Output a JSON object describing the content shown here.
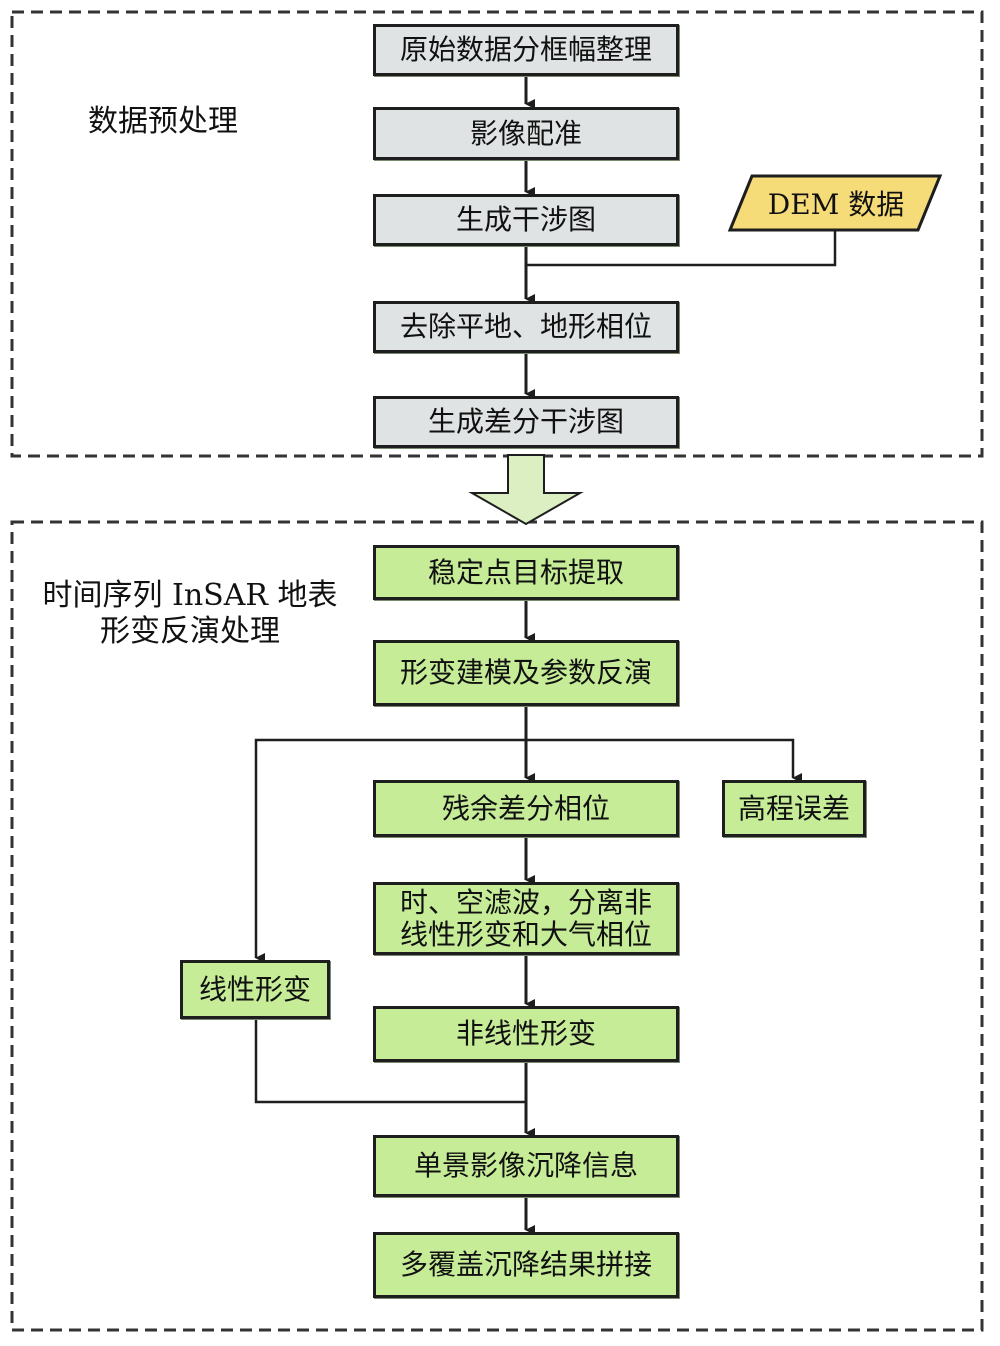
{
  "colors": {
    "preprocess_box": "#dfe3e4",
    "insar_box": "#c6ec98",
    "dem_box": "#f5dc78",
    "transition_arrow": "#dcefc2",
    "line": "#1e1e1e"
  },
  "sections": {
    "preprocess": {
      "label": "数据预处理"
    },
    "insar": {
      "label_line1": "时间序列 InSAR 地表",
      "label_line2": "形变反演处理"
    }
  },
  "nodes": {
    "raw_data": "原始数据分框幅整理",
    "registration": "影像配准",
    "interferogram": "生成干涉图",
    "dem": "DEM 数据",
    "remove_phase": "去除平地、地形相位",
    "diff_interferogram": "生成差分干涉图",
    "stable_points": "稳定点目标提取",
    "modeling": "形变建模及参数反演",
    "residual_phase": "残余差分相位",
    "elevation_error": "高程误差",
    "filtering_line1": "时、空滤波，分离非",
    "filtering_line2": "线性形变和大气相位",
    "linear_deformation": "线性形变",
    "nonlinear_deformation": "非线性形变",
    "single_scene": "单景影像沉降信息",
    "mosaic": "多覆盖沉降结果拼接"
  }
}
